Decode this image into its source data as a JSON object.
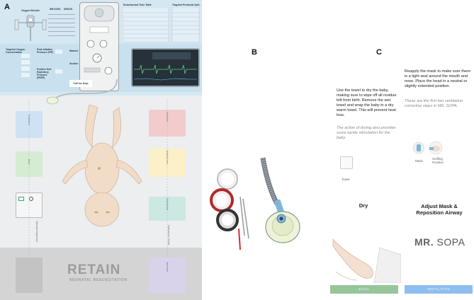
{
  "panels": {
    "a": "A",
    "b": "B",
    "c": "C"
  },
  "panel_a": {
    "title": "RETAIN",
    "subtitle": "NEONATAL RESUSCITATION",
    "oxygen_blender_label": "Oxygen Blender",
    "mrsopa_label": "MR.SOPA",
    "drugs_label": "DRUGS",
    "tube_table_title": "Endotracheal Tube Table",
    "spo2_table_title": "Targeted Preductal SpO₂",
    "targeted_oxygen_label": "Targeted Oxygen Concentration",
    "pip_label": "Peak Inflation Pressure (PIP)",
    "peep_label": "Positive End Expiratory Pressure (PEEP)",
    "warmer_label": "Warmer",
    "suction_label": "Suction",
    "call_help_label": "Call for Help",
    "monitor_hr": "HR",
    "monitor_spo2": "SpO₂",
    "left_cards": [
      "Ventilation",
      "Basic"
    ],
    "right_cards": [
      "Intubation",
      "Umbilical Line",
      "Medications",
      "Intubation"
    ],
    "left_tools_label": "Intubation Equipment",
    "right_tools_label": "Medications / Fluids"
  },
  "panel_c": {
    "dry_text": "Use the towel to dry the baby, making sure to wipe off all residue left from birth. Remove the wet towel and wrap the baby in a dry warm towel. This will prevent heat loss.",
    "dry_note": "The action of drying also provides some tactile stimulation for the baby.",
    "towel_caption": "Towel",
    "dry_title": "Dry",
    "mask_text": "Reapply the mask to make sure there is a tight seal around the mouth and nose. Place the head in a neutral or slightly extended position.",
    "mask_note": "These are the first two ventilation corrective steps in MR. SOPA.",
    "mask_caption": "Mask",
    "sniffing_caption": "Sniffing Position",
    "mask_title": "Adjust Mask & Reposition Airway",
    "mr_sopa_bold": "MR.",
    "mr_sopa_rest": " SOPA",
    "basic_bar": "BASIC",
    "ventilation_bar": "VENTILATION"
  },
  "colors": {
    "basic_green": "#97c59a",
    "ventilation_blue": "#8cbfee",
    "top_blue": "#d5e8f1",
    "card_blue": "#cfe2f5",
    "card_green": "#d6ecd2",
    "card_red": "#f2cccd",
    "card_yellow": "#fbf0c8",
    "card_teal": "#cbe8e3",
    "card_purple": "#d8d3ea"
  }
}
